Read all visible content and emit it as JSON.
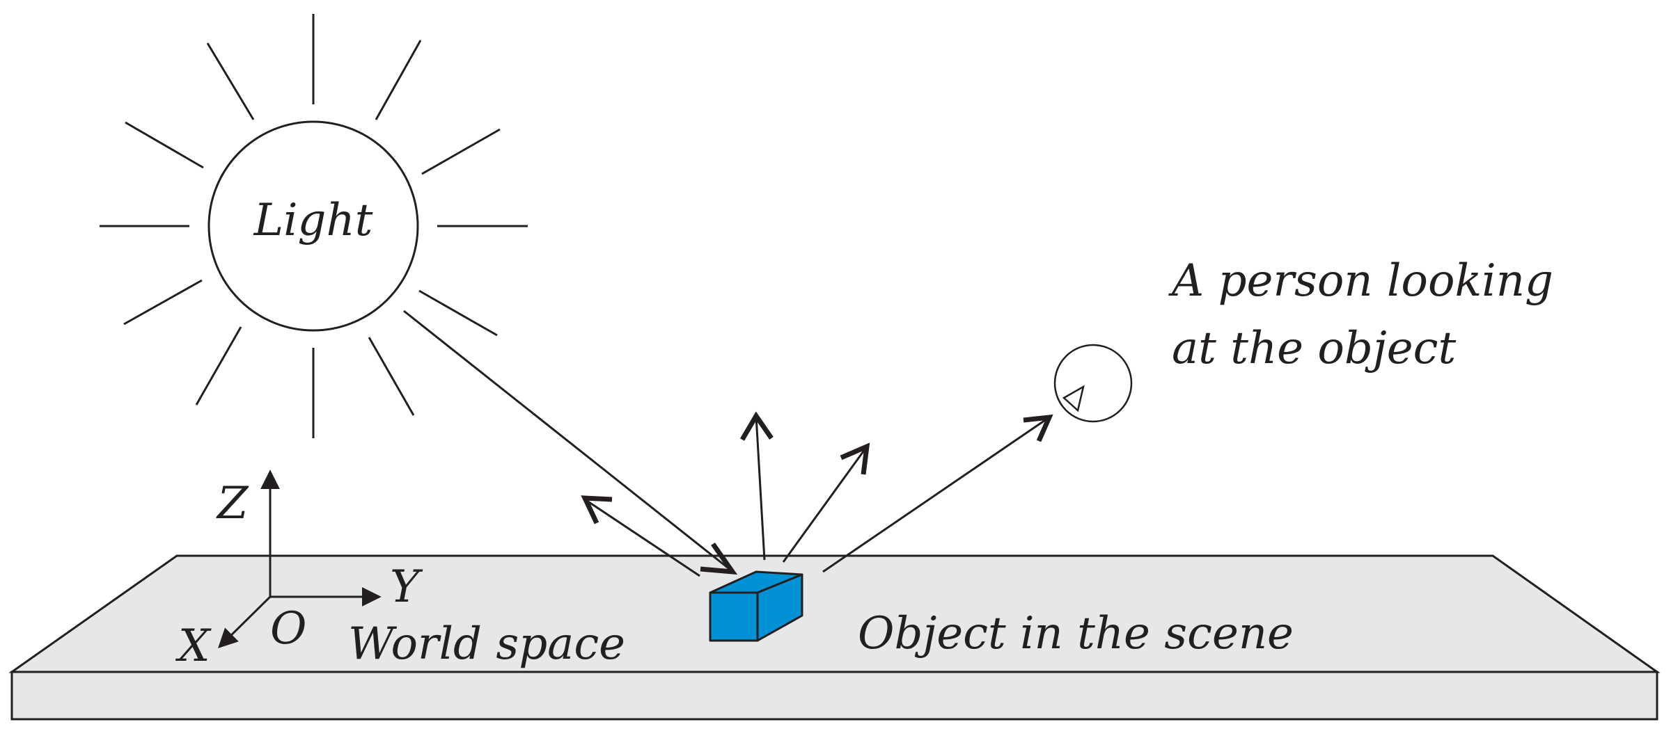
{
  "labels": {
    "light": "Light",
    "viewer_line1": "A person looking",
    "viewer_line2": "at the object",
    "object": "Object in the scene",
    "world_space": "World space",
    "origin": "O",
    "axis_x": "X",
    "axis_y": "Y",
    "axis_z": "Z"
  },
  "colors": {
    "ink": "#231f20",
    "floor": "#e6e7e8",
    "object": "#0092d5",
    "background": "#ffffff"
  },
  "icons": {
    "light_source": "sun-icon",
    "viewer": "eye-icon",
    "object": "box-icon"
  }
}
